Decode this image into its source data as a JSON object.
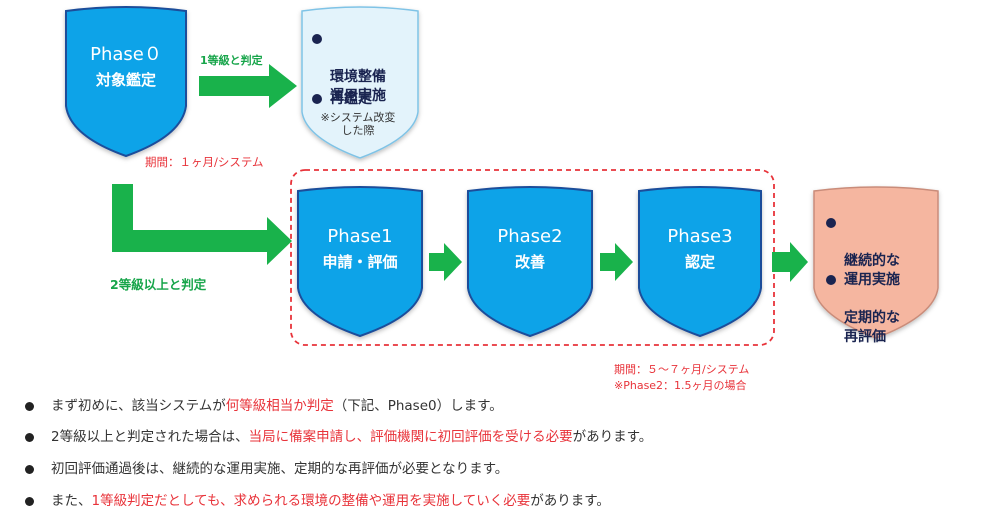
{
  "phase0": {
    "title": "Phase０",
    "label": "対象鑑定"
  },
  "arrow_top_label": "1等級と判定",
  "period0": "期間：１ヶ月/システム",
  "outcome_grade1": {
    "item1": "環境整備\n運用実施",
    "item2": "再鑑定",
    "note": "※システム改変\nした際"
  },
  "arrow_bottom_label": "2等級以上と判定",
  "phase1": {
    "title": "Phase1",
    "label": "申請・評価"
  },
  "phase2": {
    "title": "Phase2",
    "label": "改善"
  },
  "phase3": {
    "title": "Phase3",
    "label": "認定"
  },
  "outcome_final": {
    "item1": "継続的な\n運用実施",
    "item2": "定期的な\n再評価"
  },
  "period_phases": "期間：５～７ヶ月/システム",
  "period_note": "※Phase2：1.5ヶ月の場合",
  "descriptions": [
    {
      "parts": [
        {
          "text": "まず初めに、該当システムが",
          "red": false
        },
        {
          "text": "何等級相当か判定",
          "red": true
        },
        {
          "text": "（下記、Phase0）します。",
          "red": false
        }
      ]
    },
    {
      "parts": [
        {
          "text": "2等級以上と判定された場合は、",
          "red": false
        },
        {
          "text": "当局に備案申請し、評価機関に初回評価を受ける必要",
          "red": true
        },
        {
          "text": "があります。",
          "red": false
        }
      ]
    },
    {
      "parts": [
        {
          "text": "初回評価通過後は、継続的な運用実施、定期的な再評価が必要となります。",
          "red": false
        }
      ]
    },
    {
      "parts": [
        {
          "text": "また、",
          "red": false
        },
        {
          "text": "1等級判定だとしても、求められる環境の整備や運用を実施していく必要",
          "red": true
        },
        {
          "text": "があります。",
          "red": false
        }
      ]
    }
  ],
  "colors": {
    "blue_shield": "#0aa3e8",
    "blue_shield_border": "#1d4e9a",
    "light_shield": "#e3f3fb",
    "light_shield_border": "#7fc3e6",
    "salmon_shield": "#f5b6a0",
    "salmon_shield_border": "#c98c7a",
    "green_arrow": "#19b24b",
    "red_text": "#e8333a",
    "dashed_border": "#e8333a"
  }
}
